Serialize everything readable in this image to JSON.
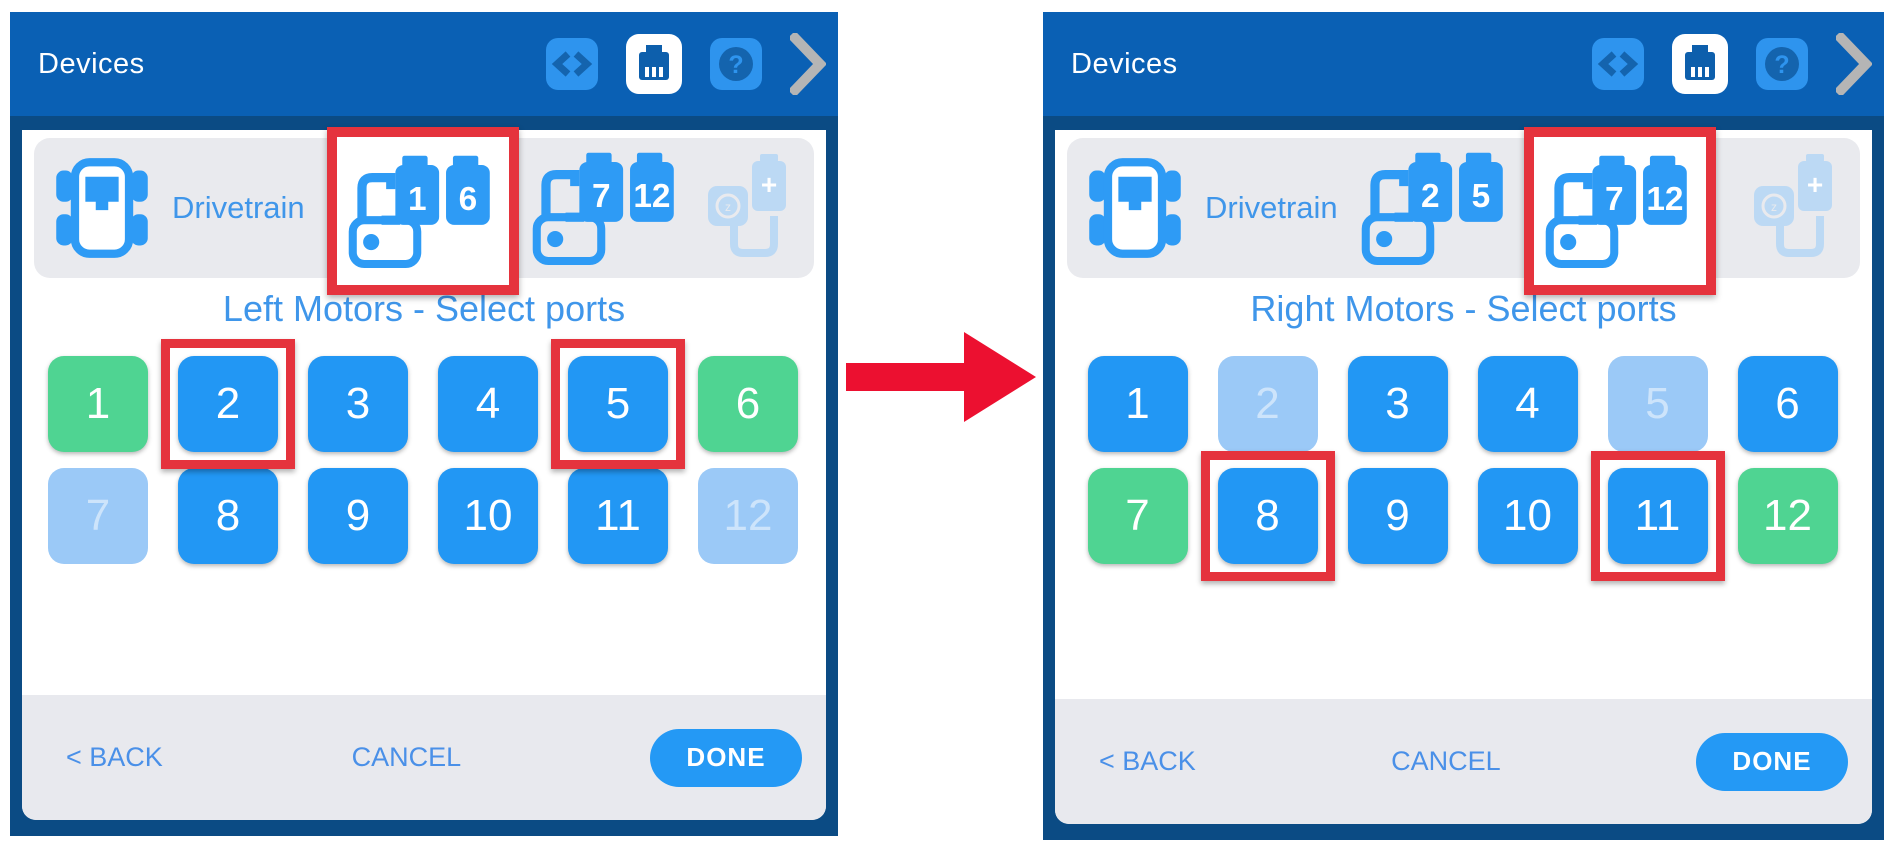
{
  "colors": {
    "header_bg": "#0A60B4",
    "panel_border": "#0B4B84",
    "accent_blue": "#2E9BF5",
    "port_blue": "#2297F4",
    "port_green": "#4FD492",
    "port_disabled": "#9BC9F7",
    "card_gray": "#E9EAEE",
    "footer_gray": "#E8E9EE",
    "title_blue": "#3F96EA",
    "link_blue": "#4A90E8",
    "highlight_red": "#E5333D",
    "arrow_red": "#EC1030",
    "chevron_gray": "#B5B5B5",
    "done_bg": "#2499F5"
  },
  "transition": {
    "icon": "red-arrow-right-icon"
  },
  "panels": [
    {
      "key": "left",
      "header": {
        "title": "Devices",
        "icons": {
          "code": "code-icon",
          "brain": "brain-connection-icon",
          "help": "help-icon",
          "next": "chevron-right-icon"
        }
      },
      "device_bar": {
        "label": "Drivetrain",
        "groups": [
          {
            "ports": [
              "1",
              "6"
            ],
            "highlighted": true
          },
          {
            "ports": [
              "7",
              "12"
            ],
            "highlighted": false
          }
        ],
        "add_icon": "add-device-icon"
      },
      "title": "Left Motors - Select ports",
      "ports": [
        {
          "label": "1",
          "state": "selected",
          "highlighted": false
        },
        {
          "label": "2",
          "state": "available",
          "highlighted": true
        },
        {
          "label": "3",
          "state": "available",
          "highlighted": false
        },
        {
          "label": "4",
          "state": "available",
          "highlighted": false
        },
        {
          "label": "5",
          "state": "available",
          "highlighted": true
        },
        {
          "label": "6",
          "state": "selected",
          "highlighted": false
        },
        {
          "label": "7",
          "state": "unavailable",
          "highlighted": false
        },
        {
          "label": "8",
          "state": "available",
          "highlighted": false
        },
        {
          "label": "9",
          "state": "available",
          "highlighted": false
        },
        {
          "label": "10",
          "state": "available",
          "highlighted": false
        },
        {
          "label": "11",
          "state": "available",
          "highlighted": false
        },
        {
          "label": "12",
          "state": "unavailable",
          "highlighted": false
        }
      ],
      "footer": {
        "back_label": "< BACK",
        "cancel_label": "CANCEL",
        "done_label": "DONE"
      }
    },
    {
      "key": "right",
      "header": {
        "title": "Devices",
        "icons": {
          "code": "code-icon",
          "brain": "brain-connection-icon",
          "help": "help-icon",
          "next": "chevron-right-icon"
        }
      },
      "device_bar": {
        "label": "Drivetrain",
        "groups": [
          {
            "ports": [
              "2",
              "5"
            ],
            "highlighted": false
          },
          {
            "ports": [
              "7",
              "12"
            ],
            "highlighted": true
          }
        ],
        "add_icon": "add-device-icon"
      },
      "title": "Right Motors - Select ports",
      "ports": [
        {
          "label": "1",
          "state": "available",
          "highlighted": false
        },
        {
          "label": "2",
          "state": "unavailable",
          "highlighted": false
        },
        {
          "label": "3",
          "state": "available",
          "highlighted": false
        },
        {
          "label": "4",
          "state": "available",
          "highlighted": false
        },
        {
          "label": "5",
          "state": "unavailable",
          "highlighted": false
        },
        {
          "label": "6",
          "state": "available",
          "highlighted": false
        },
        {
          "label": "7",
          "state": "selected",
          "highlighted": false
        },
        {
          "label": "8",
          "state": "available",
          "highlighted": true
        },
        {
          "label": "9",
          "state": "available",
          "highlighted": false
        },
        {
          "label": "10",
          "state": "available",
          "highlighted": false
        },
        {
          "label": "11",
          "state": "available",
          "highlighted": true
        },
        {
          "label": "12",
          "state": "selected",
          "highlighted": false
        }
      ],
      "footer": {
        "back_label": "< BACK",
        "cancel_label": "CANCEL",
        "done_label": "DONE"
      }
    }
  ]
}
